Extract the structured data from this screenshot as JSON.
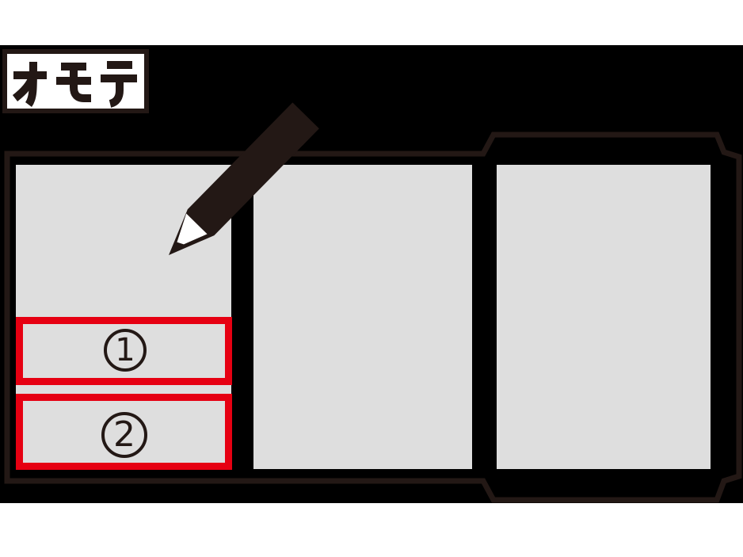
{
  "colors": {
    "page_background": "#ffffff",
    "image_background": "#000000",
    "ink": "#231815",
    "panel_gray": "#dedede",
    "highlight_red": "#e60012",
    "pencil_tip_white": "#ffffff"
  },
  "label": {
    "text": "オモテ"
  },
  "callouts": [
    {
      "number": "1"
    },
    {
      "number": "2"
    }
  ]
}
